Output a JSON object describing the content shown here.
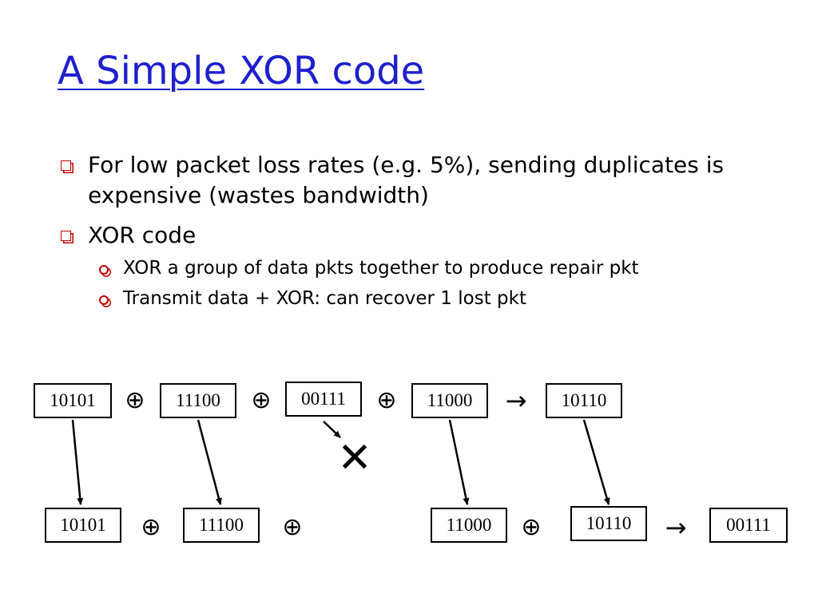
{
  "slide": {
    "title": "A Simple XOR code",
    "bullets": [
      {
        "text": "For low packet loss rates (e.g. 5%), sending duplicates is expensive (wastes bandwidth)",
        "sub": []
      },
      {
        "text": "XOR code",
        "sub": [
          "XOR a group of data pkts together to produce repair pkt",
          "Transmit data + XOR: can recover 1 lost pkt"
        ]
      }
    ]
  },
  "diagram": {
    "top_row": [
      "10101",
      "11100",
      "00111",
      "11000",
      "10110"
    ],
    "bottom_row": [
      "10101",
      "11100",
      "11000",
      "10110",
      "00111"
    ],
    "xor_symbol": "⊕",
    "result_symbol": "→",
    "loss_symbol": "✕",
    "colors": {
      "bullet": "#c00000",
      "title": "#1f1fcf"
    }
  }
}
